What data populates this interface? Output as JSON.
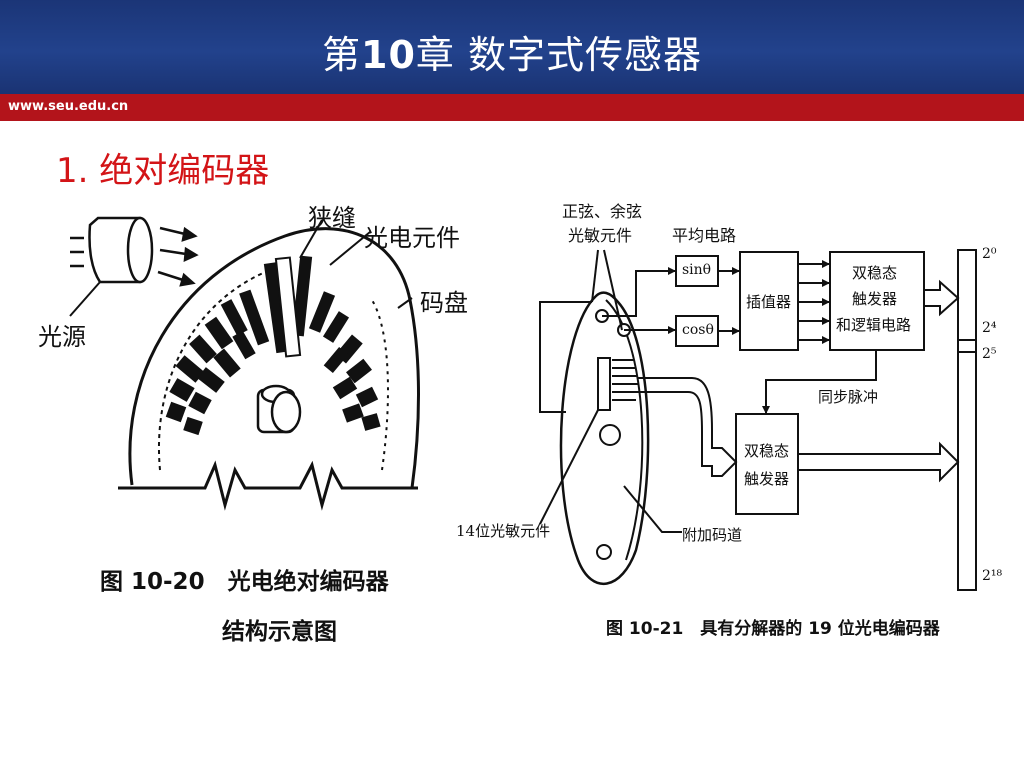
{
  "header": {
    "title_prefix": "第",
    "title_number": "10",
    "title_suffix": "章 数字式传感器",
    "url": "www.seu.edu.cn",
    "bg_color": "#22428c",
    "bar_color": "#b3141b"
  },
  "section": {
    "title": "1. 绝对编码器",
    "color": "#d31417"
  },
  "figure_left": {
    "labels": {
      "slit": "狭缝",
      "photo_element": "光电元件",
      "disk": "码盘",
      "light_source": "光源"
    },
    "caption_line1": "图 10-20　光电绝对编码器",
    "caption_line2": "结构示意图"
  },
  "figure_right": {
    "labels": {
      "sine_cos_elements_1": "正弦、余弦",
      "sine_cos_elements_2": "光敏元件",
      "averaging_circuit": "平均电路",
      "sin_box": "sinθ",
      "cos_box": "cosθ",
      "interpolator": "插值器",
      "bistable_1a": "双稳态",
      "bistable_1b": "触发器",
      "bistable_1c": "和逻辑电路",
      "sync_pulse": "同步脉冲",
      "bistable_2a": "双稳态",
      "bistable_2b": "触发器",
      "elements_14": "14位光敏元件",
      "extra_track": "附加码道",
      "bit_0": "2⁰",
      "bit_4": "2⁴",
      "bit_5": "2⁵",
      "bit_18": "2¹⁸"
    },
    "caption": "图 10-21　具有分解器的 19 位光电编码器"
  }
}
